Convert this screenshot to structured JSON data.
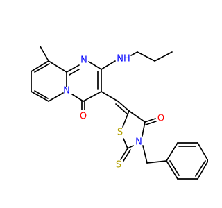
{
  "molecule": {
    "atoms": {
      "n_ring_top": {
        "label": "N",
        "color": "#0000ff"
      },
      "n_ring_bottom": {
        "label": "N",
        "color": "#0000ff"
      },
      "nh_amine": {
        "label": "NH",
        "color": "#0000ff"
      },
      "o_pyrimidinone": {
        "label": "O",
        "color": "#ff0000"
      },
      "s_ring": {
        "label": "S",
        "color": "#b2a000"
      },
      "o_thiazolidinone": {
        "label": "O",
        "color": "#ff0000"
      },
      "n_thiazolidine": {
        "label": "N",
        "color": "#0000ff"
      },
      "s_thione": {
        "label": "S",
        "color": "#b2a000"
      }
    },
    "colors": {
      "bond": "#000000",
      "background": "#ffffff"
    }
  }
}
